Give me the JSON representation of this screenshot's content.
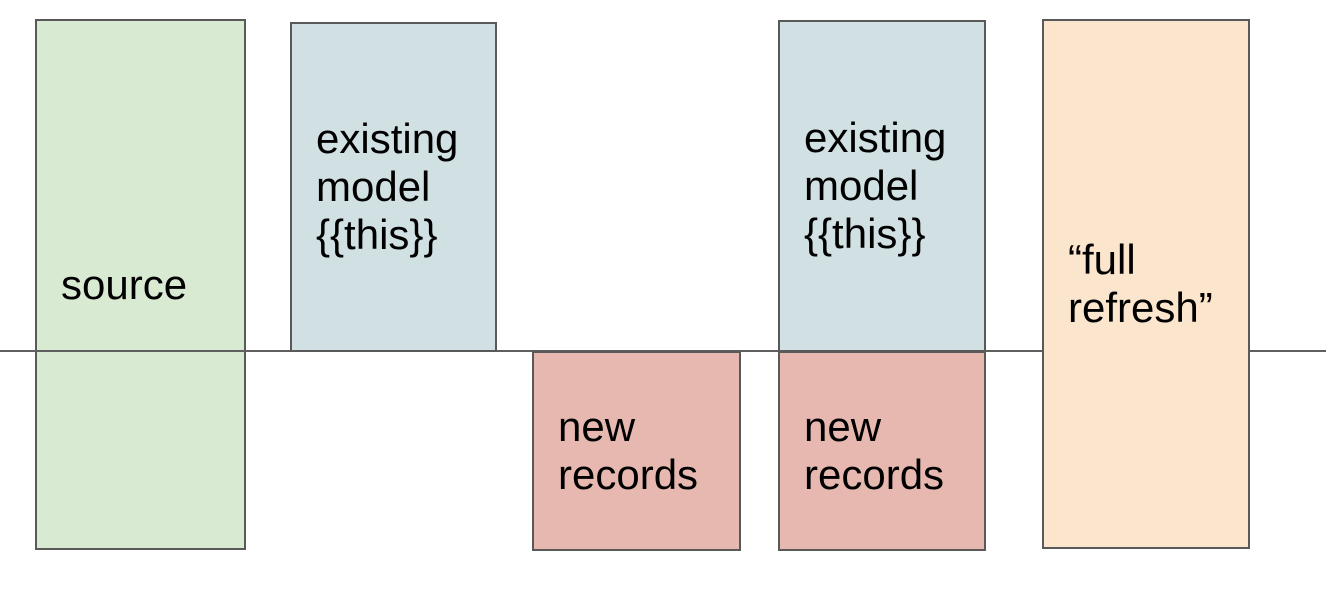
{
  "diagram": {
    "background": "#ffffff",
    "border_color": "#595959",
    "divider_color": "#5f5f5f",
    "text_color": "#000000",
    "boxes": [
      {
        "name": "source",
        "fill": "#d9ead3",
        "lines": [
          "source"
        ]
      },
      {
        "name": "existing-model-left",
        "fill": "#d0e0e3",
        "lines": [
          "existing",
          "model",
          "{{this}}"
        ]
      },
      {
        "name": "new-records-left",
        "fill": "#e6b8af",
        "lines": [
          "new",
          "records"
        ]
      },
      {
        "name": "existing-model-right",
        "fill": "#d0e0e3",
        "lines": [
          "existing",
          "model",
          "{{this}}"
        ]
      },
      {
        "name": "new-records-right",
        "fill": "#e6b8af",
        "lines": [
          "new",
          "records"
        ]
      },
      {
        "name": "full-refresh",
        "fill": "#fce5cd",
        "lines": [
          "“full",
          "refresh”"
        ]
      }
    ]
  }
}
